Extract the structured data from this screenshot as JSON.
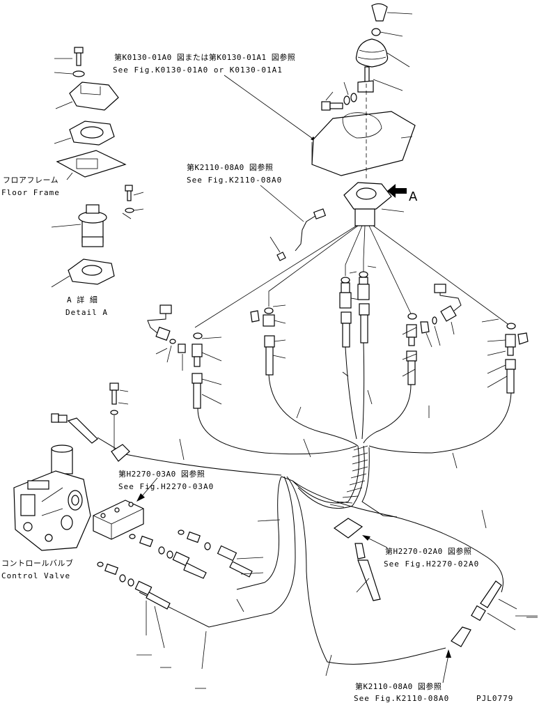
{
  "refs": {
    "k0130_ja": "第K0130-01A0 図または第K0130-01A1 図参照",
    "k0130_en": "See Fig.K0130-01A0 or K0130-01A1",
    "k2110_top_ja": "第K2110-08A0 図参照",
    "k2110_top_en": "See Fig.K2110-08A0",
    "h2270_03_ja": "第H2270-03A0 図参照",
    "h2270_03_en": "See Fig.H2270-03A0",
    "h2270_02_ja": "第H2270-02A0 図参照",
    "h2270_02_en": "See Fig.H2270-02A0",
    "k2110_bot_ja": "第K2110-08A0 図参照",
    "k2110_bot_en": "See Fig.K2110-08A0"
  },
  "labels": {
    "floor_frame_ja": "フロアフレーム",
    "floor_frame_en": "Floor Frame",
    "detail_ja": "A 詳 細",
    "detail_en": "Detail A",
    "control_valve_ja": "コントロールバルブ",
    "control_valve_en": "Control Valve",
    "arrow_a": "A",
    "drawing_no": "PJL0779"
  }
}
